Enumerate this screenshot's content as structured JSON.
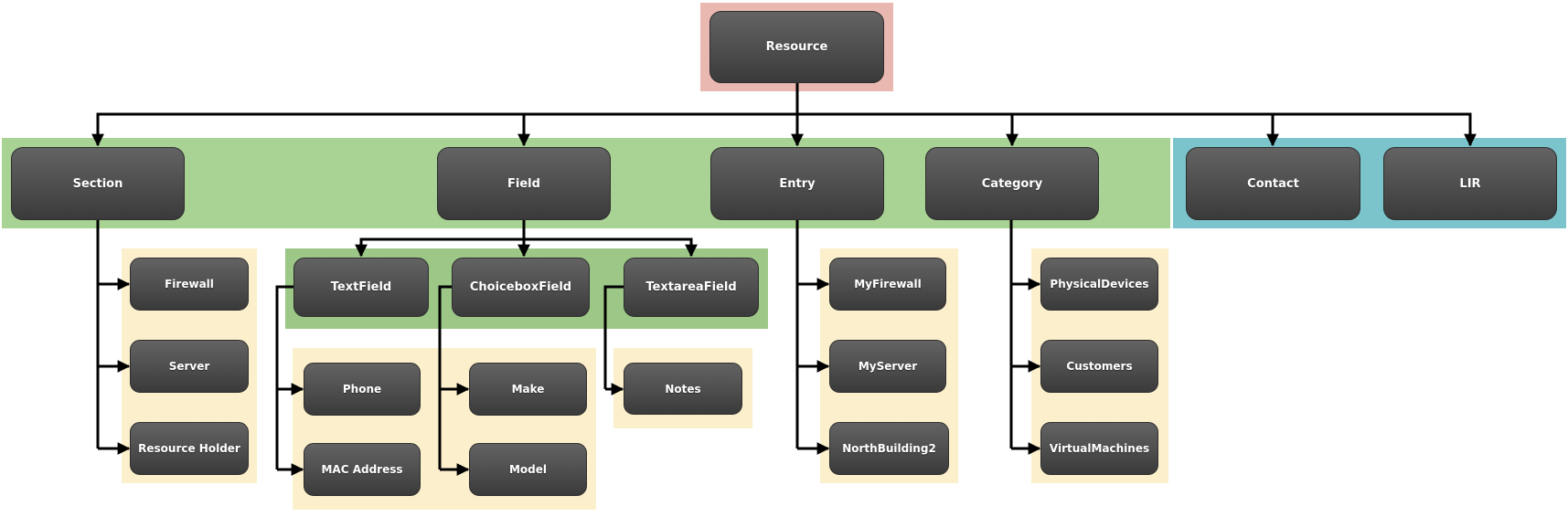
{
  "diagram": {
    "type": "hierarchy-tree",
    "root": "Resource",
    "nodes": {
      "resource": "Resource",
      "section": "Section",
      "field": "Field",
      "entry": "Entry",
      "category": "Category",
      "contact": "Contact",
      "lir": "LIR",
      "firewall": "Firewall",
      "server": "Server",
      "resource_holder": "Resource Holder",
      "textfield": "TextField",
      "choiceboxfield": "ChoiceboxField",
      "textareafield": "TextareaField",
      "phone": "Phone",
      "mac_address": "MAC Address",
      "make": "Make",
      "model": "Model",
      "notes": "Notes",
      "myfirewall": "MyFirewall",
      "myserver": "MyServer",
      "northbuilding2": "NorthBuilding2",
      "physicaldevices": "PhysicalDevices",
      "customers": "Customers",
      "virtualmachines": "VirtualMachines"
    },
    "hierarchy": {
      "Resource": [
        "Section",
        "Field",
        "Entry",
        "Category",
        "Contact",
        "LIR"
      ],
      "Section": [
        "Firewall",
        "Server",
        "Resource Holder"
      ],
      "Field": [
        "TextField",
        "ChoiceboxField",
        "TextareaField"
      ],
      "TextField": [
        "Phone",
        "MAC Address"
      ],
      "ChoiceboxField": [
        "Make",
        "Model"
      ],
      "TextareaField": [
        "Notes"
      ],
      "Entry": [
        "MyFirewall",
        "MyServer",
        "NorthBuilding2"
      ],
      "Category": [
        "PhysicalDevices",
        "Customers",
        "VirtualMachines"
      ]
    },
    "colors": {
      "node_fill": "#4a4a4a",
      "node_text": "#ffffff",
      "highlight_pink": "#e9b8b1",
      "highlight_green": "#a9d295",
      "highlight_green_dark": "#9cc787",
      "highlight_teal": "#7cc4cc",
      "highlight_cream": "#fcf0cc",
      "connector": "#000000"
    }
  }
}
